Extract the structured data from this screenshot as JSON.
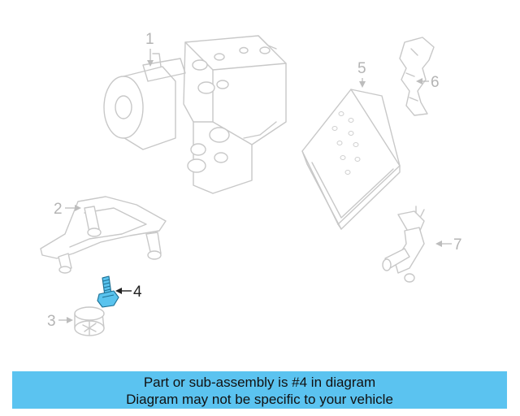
{
  "callouts": [
    "1",
    "2",
    "3",
    "4",
    "5",
    "6",
    "7"
  ],
  "highlighted_part": "4",
  "banner": {
    "line1": "Part or sub-assembly is #4 in diagram",
    "line2": "Diagram may not be specific to your vehicle"
  },
  "colors": {
    "banner_bg": "#5bc3f0",
    "highlight_part": "#59c3ee",
    "line_art": "#c8c8c8"
  }
}
